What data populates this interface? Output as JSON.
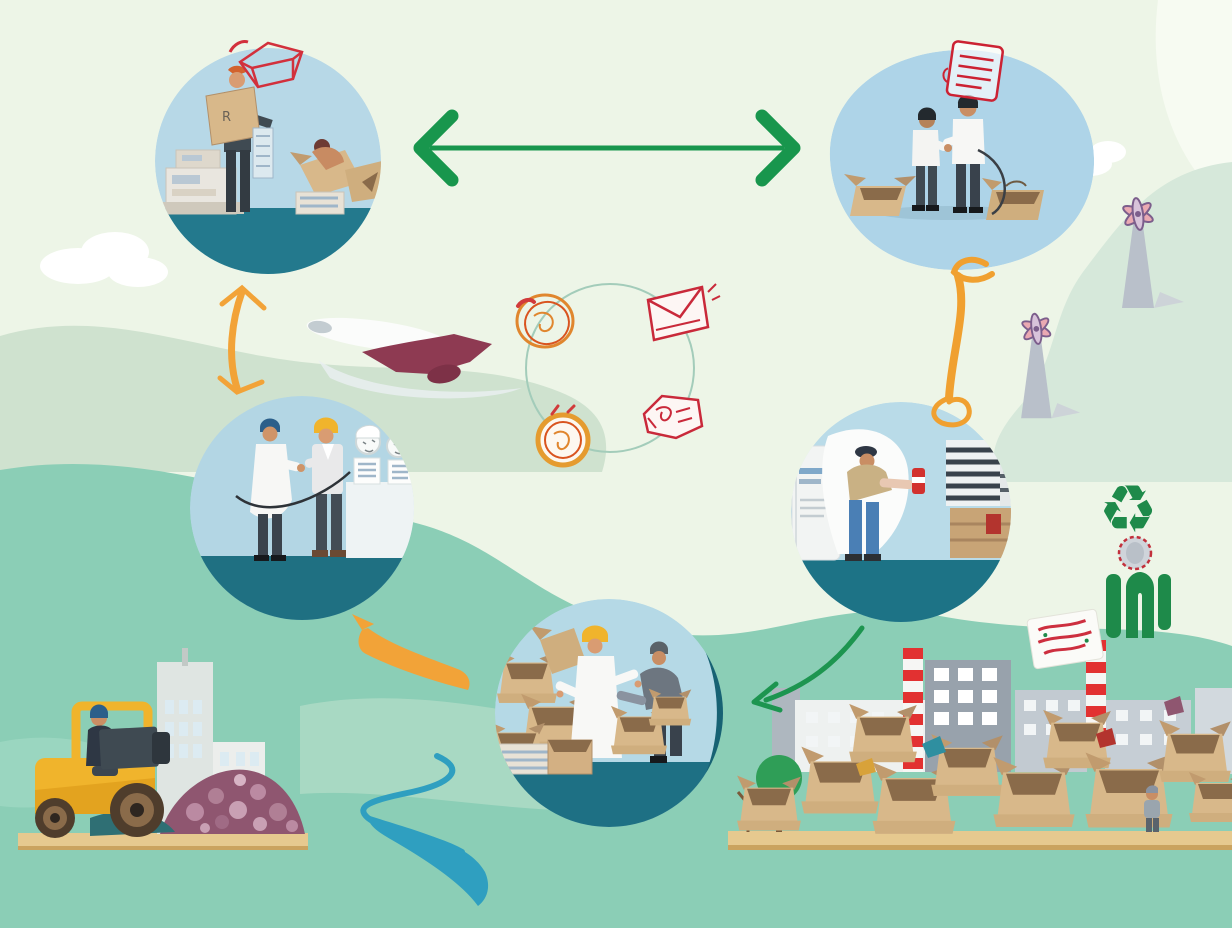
{
  "illustration": {
    "title": "Recycling and reuse cycle illustration",
    "description": "Flat-style infographic showing a cycle: collecting used goods, handshake deals, appliance drop-off, cardboard sorting, a scrap loader, a cardboard factory with striped chimneys, wind turbines, an airplane, clouds and a river on a layered green landscape."
  },
  "palette": {
    "bg_base": "#edf5e7",
    "bg_pale": "#f7fbf2",
    "bg_sage": "#cfe2cf",
    "bg_hill": "#d6e8da",
    "bg_teal_green": "#8bceb6",
    "bg_teal_light": "#b9decb",
    "vignette_sky": "#b5d8e8",
    "vignette_ground": "#23798d",
    "arrow_green": "#18964d",
    "arrow_orange": "#f2a338",
    "sketch_red": "#cd2f3f",
    "doodle_orange": "#e0862e",
    "cardboard": "#d8b88a",
    "cardboard_dark": "#8a6b4a",
    "maroon_wing": "#8e3a52",
    "river_blue": "#2f9fc0",
    "loader_yellow": "#f0b42c",
    "scrap_purple": "#8f5670",
    "building_grey": "#9aa5ae",
    "chimney_red": "#e23131",
    "icon_green": "#1e8a4a",
    "tree_green": "#2f9e57",
    "ground_tan": "#e6c98f"
  },
  "labels": {
    "recycle_box_letter": "R"
  },
  "icons": {
    "recycle_symbol": "♻"
  },
  "diagram": {
    "nodes": [
      {
        "id": "collection",
        "name": "collecting-used-goods-vignette"
      },
      {
        "id": "deal",
        "name": "handshake-deal-vignette"
      },
      {
        "id": "cycle-hub",
        "name": "sketched-goods-cycle-hub"
      },
      {
        "id": "partnership",
        "name": "worker-client-handshake-vignette"
      },
      {
        "id": "dropoff",
        "name": "appliance-drop-off-vignette"
      },
      {
        "id": "sorting",
        "name": "cardboard-sorting-vignette"
      }
    ],
    "connections": [
      {
        "from": "collection",
        "to": "deal",
        "arrow": "green-double-headed-horizontal"
      },
      {
        "from": "collection",
        "to": "partnership",
        "arrow": "orange-double-headed-vertical"
      },
      {
        "from": "deal",
        "to": "dropoff",
        "arrow": "orange-ribbon-vertical"
      },
      {
        "from": "sorting",
        "to": "partnership",
        "arrow": "orange-swoosh"
      },
      {
        "from": "dropoff",
        "to": "factory",
        "arrow": "green-curved"
      }
    ]
  },
  "scenes": {
    "bottom_left": "loader-compacting-purple-scrap-beside-building",
    "bottom_right": "cardboard-box-factory-with-striped-chimneys-and-trees",
    "right_side": "wind-turbines-recycle-symbol-badge-green-glyphs",
    "center": "airplane-over-landscape-with-river"
  }
}
